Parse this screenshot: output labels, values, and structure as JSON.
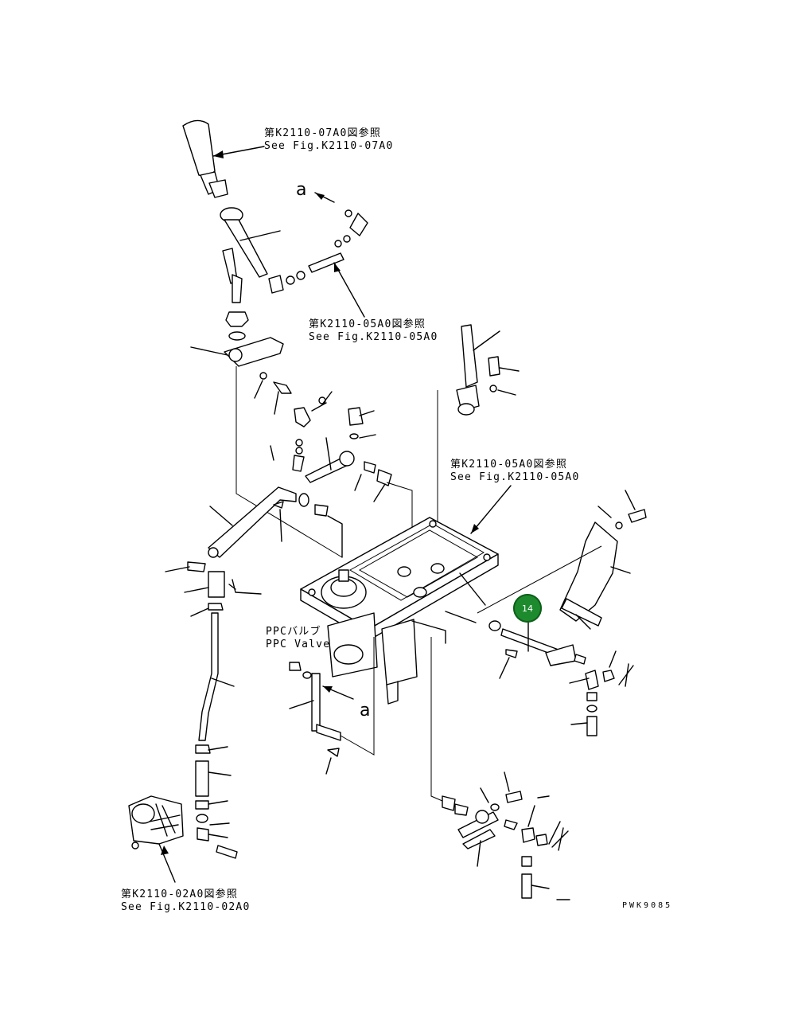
{
  "references": {
    "top": {
      "jp": "第K2110-07A0図参照",
      "en": "See Fig.K2110-07A0"
    },
    "mid_left": {
      "jp": "第K2110-05A0図参照",
      "en": "See Fig.K2110-05A0"
    },
    "mid_right": {
      "jp": "第K2110-05A0図参照",
      "en": "See Fig.K2110-05A0"
    },
    "bottom": {
      "jp": "第K2110-02A0図参照",
      "en": "See Fig.K2110-02A0"
    }
  },
  "ppc_valve": {
    "jp": "PPCバルブ",
    "en": "PPC Valve"
  },
  "arrow_labels": {
    "top": "a",
    "bottom": "a"
  },
  "callout": {
    "label": "14",
    "color": "#1e8a2e"
  },
  "drawing_code": "PWK9085"
}
